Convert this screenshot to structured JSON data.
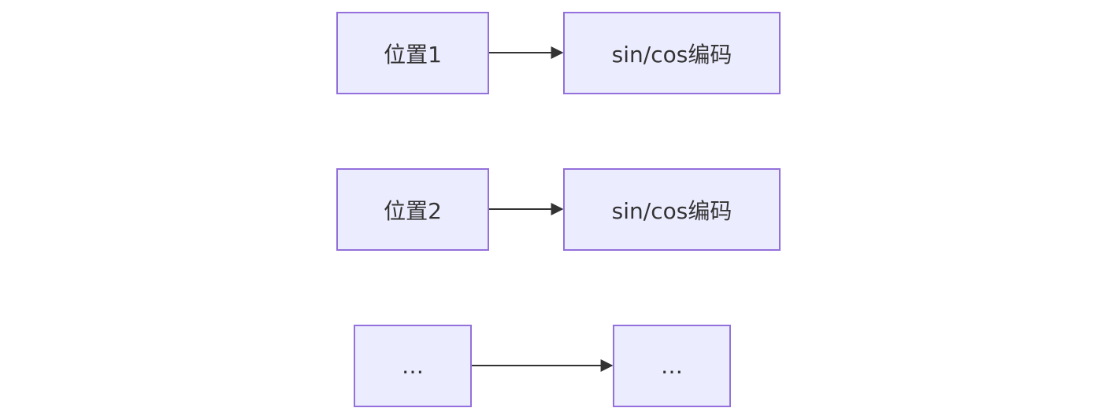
{
  "diagram": {
    "rows": [
      {
        "source": "位置1",
        "target": "sin/cos编码"
      },
      {
        "source": "位置2",
        "target": "sin/cos编码"
      },
      {
        "source": "…",
        "target": "…"
      }
    ]
  },
  "colors": {
    "node_fill": "#ECECFF",
    "node_border": "#9370DB",
    "edge": "#333333",
    "text": "#333333"
  }
}
